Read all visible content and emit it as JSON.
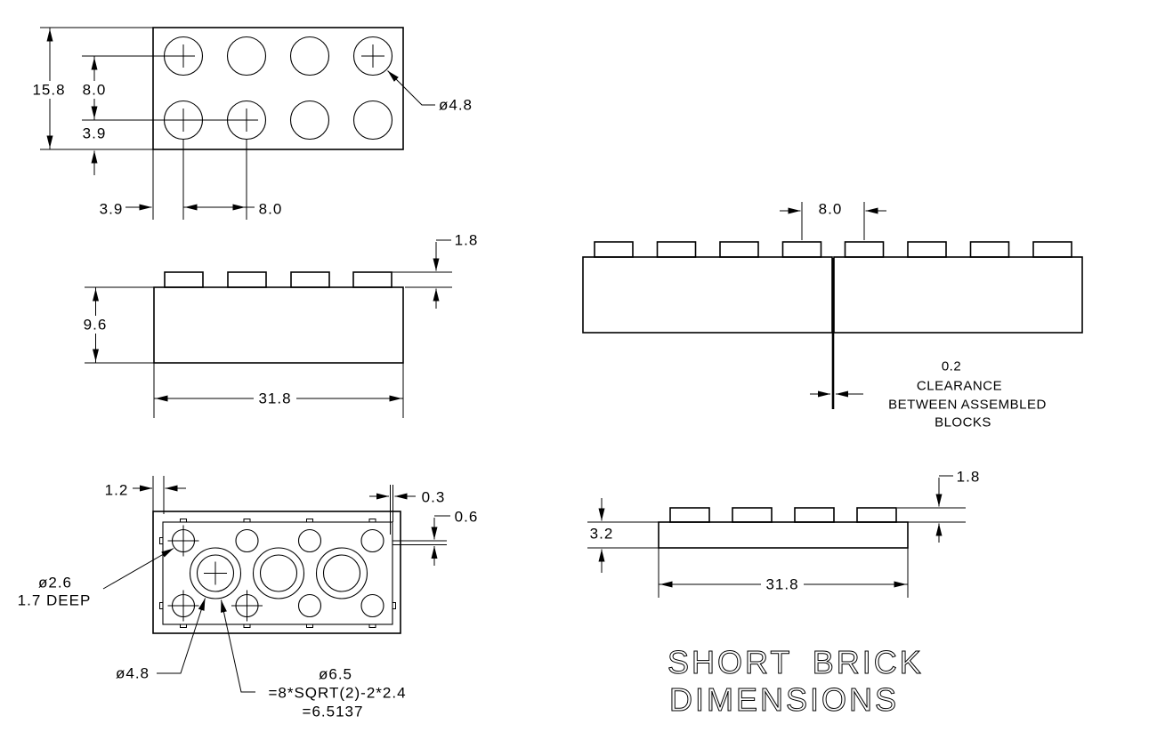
{
  "title": {
    "line1": "SHORT BRICK",
    "line2": "DIMENSIONS"
  },
  "views": {
    "top": {
      "height": "15.8",
      "row_spacing": "8.0",
      "row_edge_offset": "3.9",
      "col_edge_offset": "3.9",
      "col_spacing": "8.0",
      "stud_diameter": "ø4.8"
    },
    "front": {
      "body_height": "9.6",
      "length": "31.8",
      "stud_height": "1.8"
    },
    "assembled": {
      "stud_spacing": "8.0",
      "clearance": "0.2",
      "note_line2": "CLEARANCE",
      "note_line3": "BETWEEN ASSEMBLED",
      "note_line4": "BLOCKS"
    },
    "bottom": {
      "wall_thickness": "1.2",
      "rib_thickness": "0.3",
      "rib_height": "0.6",
      "corner_hole_diameter": "ø2.6",
      "corner_hole_depth": "1.7 DEEP",
      "tube_inner_diameter": "ø4.8",
      "tube_outer_diameter": "ø6.5",
      "tube_outer_formula": "=8*SQRT(2)-2*2.4",
      "tube_outer_value": "=6.5137"
    },
    "plate": {
      "body_height": "3.2",
      "stud_height": "1.8",
      "length": "31.8"
    }
  }
}
